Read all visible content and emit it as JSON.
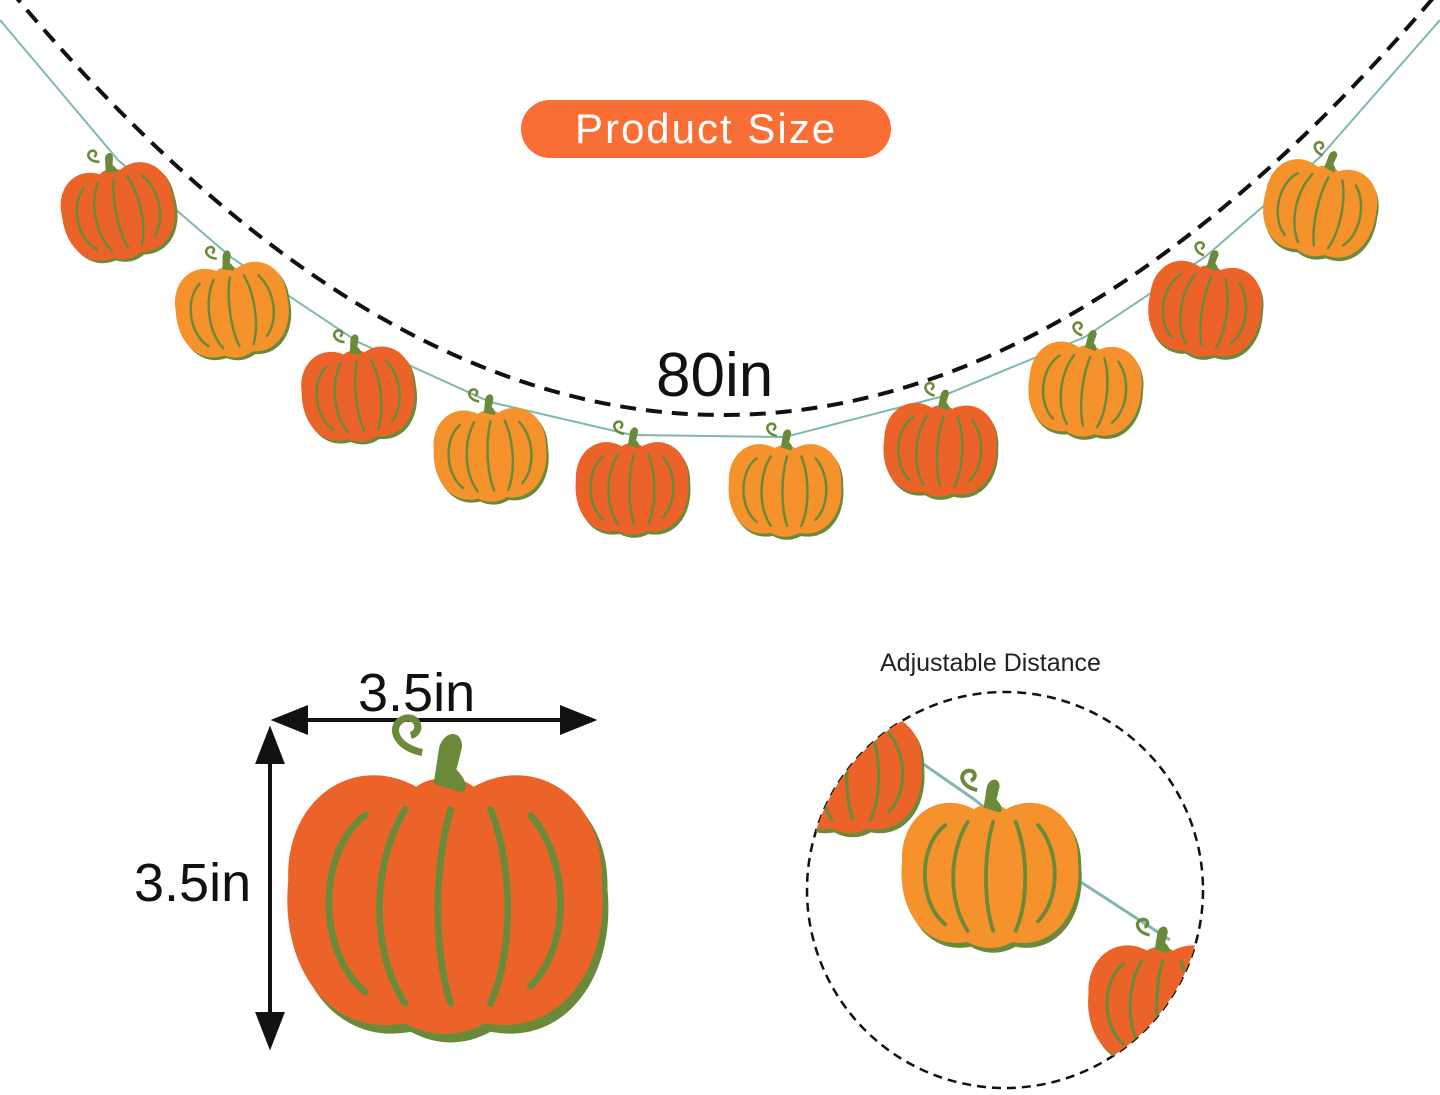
{
  "badge": {
    "label": "Product Size",
    "color": "#f86e35"
  },
  "dimensions": {
    "total_length": "80in",
    "width": "3.5in",
    "height": "3.5in"
  },
  "detail": {
    "label": "Adjustable Distance"
  },
  "colors": {
    "red_pumpkin": "#ec6329",
    "orange_pumpkin": "#f6922c",
    "stem": "#6a8a3a"
  },
  "pumpkin_sequence": [
    "red",
    "orange",
    "red",
    "orange",
    "red",
    "orange",
    "red",
    "orange",
    "red",
    "orange"
  ]
}
